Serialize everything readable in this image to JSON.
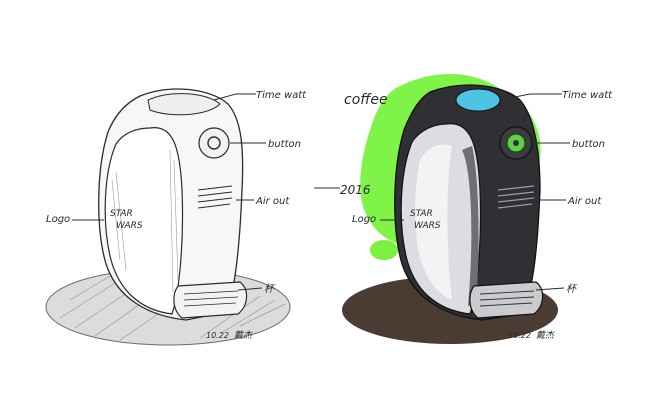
{
  "left_sketch": {
    "callouts": {
      "time_watt": "Time watt",
      "button": "button",
      "air_out": "Air out",
      "logo": "Logo",
      "star": "STAR",
      "wars": "WARS",
      "tray": "杯"
    },
    "date": "10.22",
    "signature": "戴杰"
  },
  "right_sketch": {
    "title_note": "coffee",
    "year_note": "2016",
    "callouts": {
      "time_watt": "Time watt",
      "button": "button",
      "air_out": "Air out",
      "logo": "Logo",
      "star": "STAR",
      "wars": "WARS",
      "tray": "杯"
    },
    "date": "10.22",
    "signature": "戴杰"
  },
  "colors": {
    "ink": "#2b2b2b",
    "marker_green": "#78f23e",
    "dark_body": "#2f3033",
    "screen_blue": "#4fc3e6",
    "button_green": "#5ed048",
    "shadow_brown": "#4a3b33"
  }
}
